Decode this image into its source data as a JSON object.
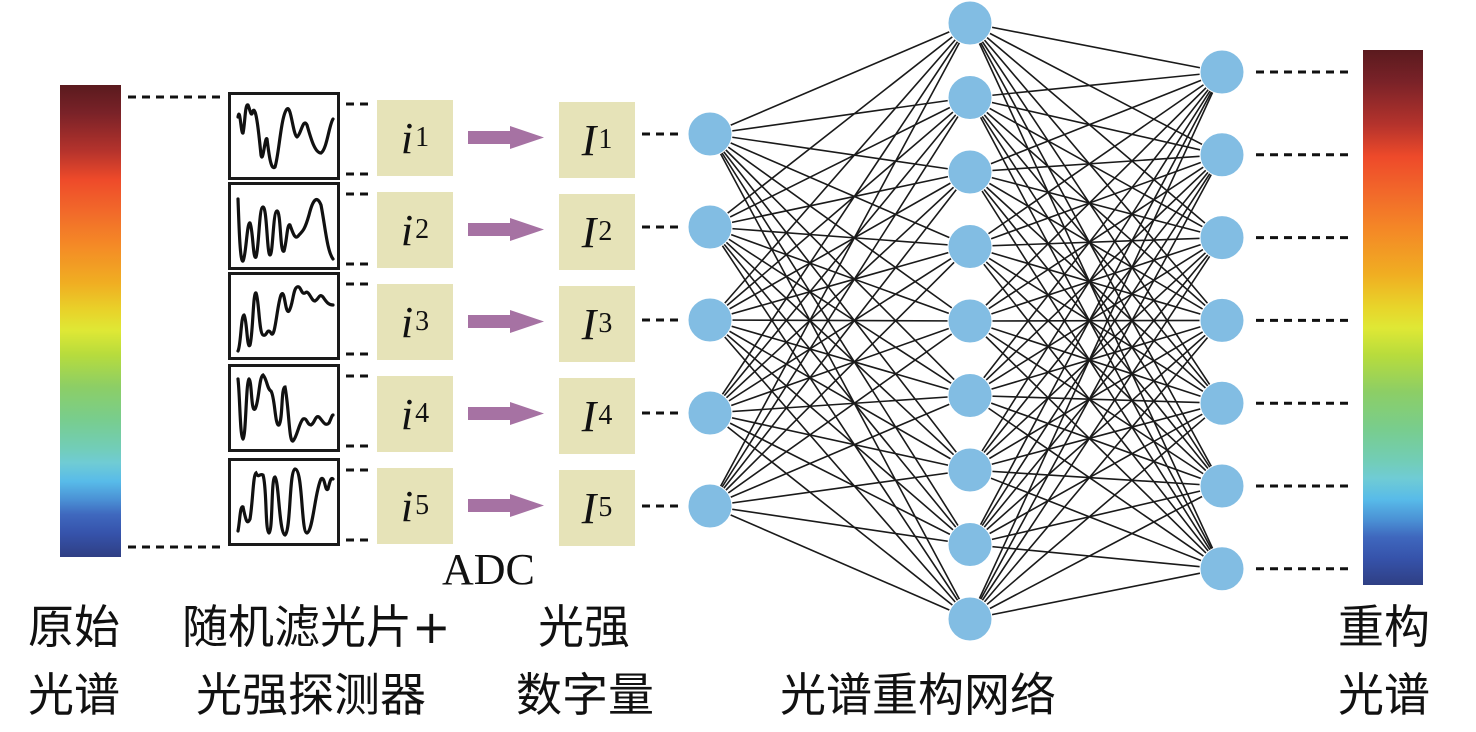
{
  "diagram": {
    "stages": {
      "original_spectrum": {
        "line1": "原始",
        "line2": "光谱"
      },
      "filter_detector": {
        "line1": "随机滤光片+",
        "line2": "光强探测器"
      },
      "adc": {
        "label": "ADC"
      },
      "digital_intensity": {
        "line1": "光强",
        "line2": "数字量"
      },
      "network": {
        "label": "光谱重构网络"
      },
      "reconstructed_spectrum": {
        "line1": "重构",
        "line2": "光谱"
      }
    },
    "photocurrents": [
      {
        "symbol": "i",
        "index": "1"
      },
      {
        "symbol": "i",
        "index": "2"
      },
      {
        "symbol": "i",
        "index": "3"
      },
      {
        "symbol": "i",
        "index": "4"
      },
      {
        "symbol": "i",
        "index": "5"
      }
    ],
    "intensities": [
      {
        "symbol": "I",
        "index": "1"
      },
      {
        "symbol": "I",
        "index": "2"
      },
      {
        "symbol": "I",
        "index": "3"
      },
      {
        "symbol": "I",
        "index": "4"
      },
      {
        "symbol": "I",
        "index": "5"
      }
    ],
    "filter_count": 5,
    "network_layers": {
      "input_nodes": 5,
      "hidden_nodes": 9,
      "output_nodes": 7
    },
    "colors": {
      "node_fill": "#82bde3",
      "value_box": "#e6e3b8",
      "arrow": "#a672a3",
      "edge": "#1a1a1a"
    }
  }
}
